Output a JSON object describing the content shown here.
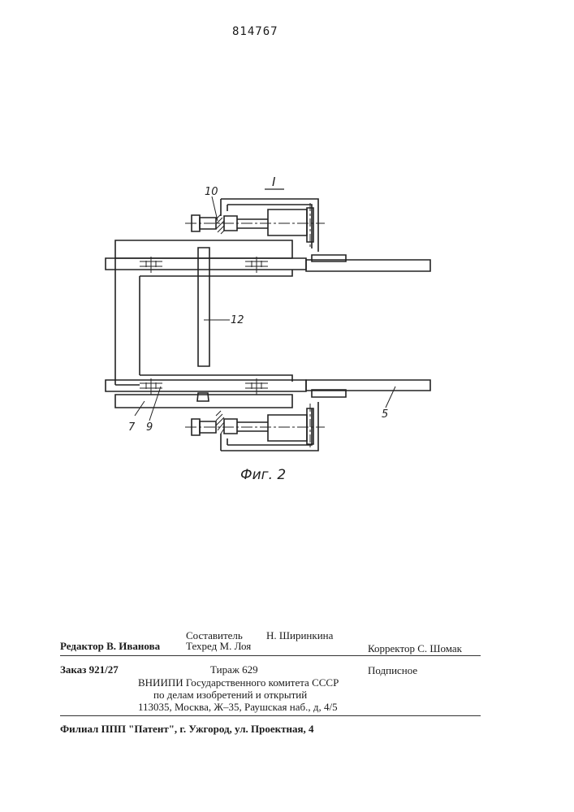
{
  "header": {
    "patent_number": "814767"
  },
  "figure": {
    "caption": "Фиг. 2",
    "labels": {
      "l10": "10",
      "lI": "I",
      "l12": "12",
      "l7": "7",
      "l9": "9",
      "l5": "5"
    }
  },
  "footer": {
    "compiler_label": "Составитель",
    "compiler_name": "Н. Ширинкина",
    "editor": "Редактор В. Иванова",
    "techred": "Техред  М. Лоя",
    "corrector": "Корректор  С. Шомак",
    "order": "Заказ 921/27",
    "circulation": "Тираж 629",
    "subscription": "Подписное",
    "org_line1": "ВНИИПИ Государственного комитета СССР",
    "org_line2": "по делам изобретений и открытий",
    "org_address": "113035, Москва, Ж–35, Раушская наб., д, 4/5",
    "branch": "Филиал ППП \"Патент\", г. Ужгород, ул. Проектная, 4"
  }
}
